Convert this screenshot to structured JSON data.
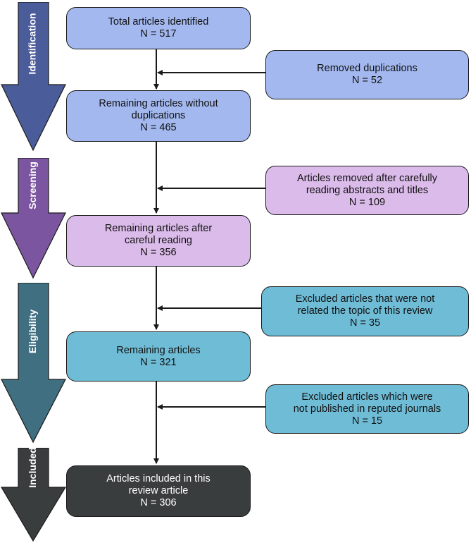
{
  "colors": {
    "identification": "#a3b8ef",
    "identification_arrow": "#4b5c9a",
    "screening": "#dbbbea",
    "screening_arrow": "#7b559f",
    "eligibility": "#6fbcd6",
    "eligibility_arrow": "#3f6f80",
    "included": "#3a3d3d",
    "included_arrow": "#3a3d3d",
    "stroke": "#1a1a1a"
  },
  "stages": {
    "identification": "Identification",
    "screening": "Screening",
    "eligibility": "Eligibility",
    "included": "Included"
  },
  "main": {
    "total": {
      "lines": [
        "Total articles identified",
        "N = 517"
      ]
    },
    "no_duplicates": {
      "lines": [
        "Remaining articles without",
        "duplications",
        "N = 465"
      ]
    },
    "after_reading": {
      "lines": [
        "Remaining articles after",
        "careful reading",
        "N = 356"
      ]
    },
    "remaining": {
      "lines": [
        "Remaining articles",
        "N = 321"
      ]
    },
    "included": {
      "lines": [
        "Articles included in this",
        "review article",
        "N = 306"
      ]
    }
  },
  "side": {
    "duplications": {
      "lines": [
        "Removed duplications",
        "N = 52"
      ]
    },
    "abstracts": {
      "lines": [
        "Articles removed after carefully",
        "reading abstracts and titles",
        "N = 109"
      ]
    },
    "not_related": {
      "lines": [
        "Excluded articles that were not",
        "related the topic of this review",
        "N = 35"
      ]
    },
    "not_reputed": {
      "lines": [
        "Excluded articles which were",
        "not published in reputed journals",
        "N = 15"
      ]
    }
  }
}
